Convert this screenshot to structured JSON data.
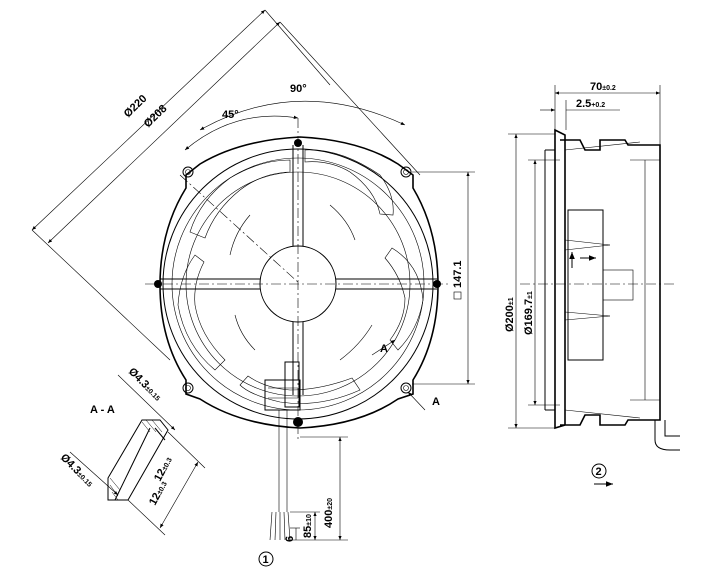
{
  "front_view": {
    "outer_diameter": "Ø220",
    "mount_diameter": "Ø208",
    "angle_main": "90°",
    "angle_half": "45°",
    "hole_spacing": "147.1",
    "cut_marker_top": "A",
    "cut_marker_bottom": "A",
    "cable_length": "400",
    "cable_length_tol": "±20",
    "strip_length": "85",
    "strip_length_tol": "±10",
    "wire_end": "6",
    "callout": "1"
  },
  "section_view": {
    "title": "A - A",
    "hole_top": "Ø4.3",
    "hole_top_tol": "±0.15",
    "hole_bottom": "Ø4.3",
    "hole_bottom_tol": "±0.15",
    "thickness_1": "12",
    "thickness_1_tol": "±0.3",
    "thickness_2": "12",
    "thickness_2_tol": "±0.3"
  },
  "side_view": {
    "depth": "70",
    "depth_tol": "±0.2",
    "flange": "2.5",
    "flange_tol": "+0.2",
    "diameter_outer": "Ø200",
    "diameter_outer_tol": "±1",
    "diameter_inner": "Ø169.7",
    "diameter_inner_tol": "±1",
    "callout": "2"
  }
}
